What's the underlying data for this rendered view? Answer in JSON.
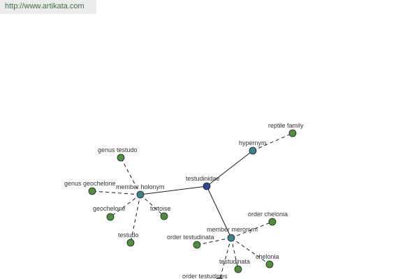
{
  "banner": {
    "url": "http://www.artikata.com"
  },
  "colors": {
    "center": "#2e4a8c",
    "relation": "#3f7f8f",
    "leaf": "#4f8f3f",
    "edge": "#1a1a1a"
  },
  "graph": {
    "nodes": [
      {
        "id": "testudinidae",
        "label": "testudinidae",
        "kind": "center"
      },
      {
        "id": "hypernym",
        "label": "hypernym",
        "kind": "relation"
      },
      {
        "id": "member_holonym",
        "label": "member holonym",
        "kind": "relation"
      },
      {
        "id": "member_meronym",
        "label": "member meronym",
        "kind": "relation"
      },
      {
        "id": "reptile_family",
        "label": "reptile family",
        "kind": "leaf"
      },
      {
        "id": "genus_testudo",
        "label": "genus testudo",
        "kind": "leaf"
      },
      {
        "id": "genus_geochelone",
        "label": "genus geochelone",
        "kind": "leaf"
      },
      {
        "id": "geochelone",
        "label": "geochelone",
        "kind": "leaf"
      },
      {
        "id": "tortoise",
        "label": "tortoise",
        "kind": "leaf"
      },
      {
        "id": "testudo",
        "label": "testudo",
        "kind": "leaf"
      },
      {
        "id": "order_chelonia",
        "label": "order chelonia",
        "kind": "leaf"
      },
      {
        "id": "order_testudinata",
        "label": "order testudinata",
        "kind": "leaf"
      },
      {
        "id": "chelonia",
        "label": "chelonia",
        "kind": "leaf"
      },
      {
        "id": "testudinata",
        "label": "testudinata",
        "kind": "leaf"
      },
      {
        "id": "order_testudines",
        "label": "order testudines",
        "kind": "leaf"
      }
    ],
    "edges": [
      {
        "from": "testudinidae",
        "to": "hypernym",
        "style": "solid"
      },
      {
        "from": "testudinidae",
        "to": "member_holonym",
        "style": "solid"
      },
      {
        "from": "testudinidae",
        "to": "member_meronym",
        "style": "solid"
      },
      {
        "from": "hypernym",
        "to": "reptile_family",
        "style": "dashed"
      },
      {
        "from": "member_holonym",
        "to": "genus_testudo",
        "style": "dashed"
      },
      {
        "from": "member_holonym",
        "to": "genus_geochelone",
        "style": "dashed"
      },
      {
        "from": "member_holonym",
        "to": "geochelone",
        "style": "dashed"
      },
      {
        "from": "member_holonym",
        "to": "tortoise",
        "style": "dashed"
      },
      {
        "from": "member_holonym",
        "to": "testudo",
        "style": "dashed"
      },
      {
        "from": "member_meronym",
        "to": "order_chelonia",
        "style": "dashed"
      },
      {
        "from": "member_meronym",
        "to": "order_testudinata",
        "style": "dashed"
      },
      {
        "from": "member_meronym",
        "to": "chelonia",
        "style": "dashed"
      },
      {
        "from": "member_meronym",
        "to": "testudinata",
        "style": "dashed"
      },
      {
        "from": "member_meronym",
        "to": "order_testudines",
        "style": "dashed"
      }
    ]
  }
}
